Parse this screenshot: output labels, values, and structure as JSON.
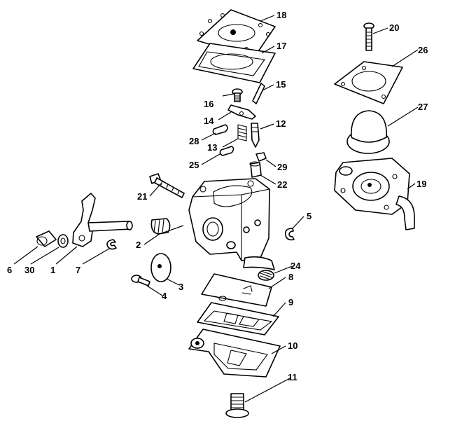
{
  "diagram": {
    "colors": {
      "line": "#000000",
      "background": "#ffffff"
    },
    "callouts": {
      "c1": "1",
      "c2": "2",
      "c3": "3",
      "c4": "4",
      "c5": "5",
      "c6": "6",
      "c7": "7",
      "c8": "8",
      "c9": "9",
      "c10": "10",
      "c11": "11",
      "c12": "12",
      "c13": "13",
      "c14": "14",
      "c15": "15",
      "c16": "16",
      "c17": "17",
      "c18": "18",
      "c19": "19",
      "c20": "20",
      "c21": "21",
      "c22": "22",
      "c24": "24",
      "c25": "25",
      "c26": "26",
      "c27": "27",
      "c28": "28",
      "c29": "29",
      "c30": "30"
    }
  }
}
